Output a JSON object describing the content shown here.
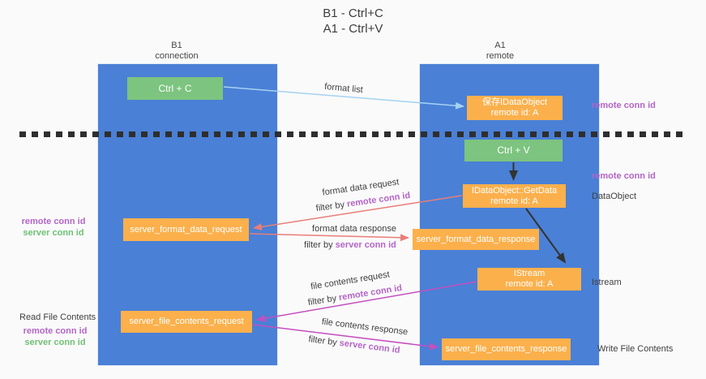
{
  "colors": {
    "bg": "#fafafa",
    "lane_blue": "#4a80d6",
    "box_orange": "#fbb04c",
    "box_green": "#7cc47f",
    "arrow_lightblue": "#a5d2f0",
    "arrow_red": "#e87e79",
    "arrow_magenta": "#c44fc0",
    "arrow_black": "#333333",
    "label_purple": "#b465c8",
    "label_green": "#6fc076"
  },
  "title": {
    "line1": "B1 - Ctrl+C",
    "line2": "A1 - Ctrl+V"
  },
  "lanes": {
    "left": {
      "name": "B1",
      "subtitle": "connection"
    },
    "right": {
      "name": "A1",
      "subtitle": "remote"
    }
  },
  "nodes": {
    "ctrl_c": {
      "label": "Ctrl + C"
    },
    "save_idataobject": {
      "line1": "保存IDataObject",
      "line2": "remote id: A"
    },
    "ctrl_v": {
      "label": "Ctrl + V"
    },
    "getdata": {
      "line1": "IDataObject::GetData",
      "line2": "remote id: A"
    },
    "format_request": {
      "label": "server_format_data_request"
    },
    "format_response": {
      "label": "server_format_data_response"
    },
    "istream": {
      "line1": "IStream",
      "line2": "remote id: A"
    },
    "file_request": {
      "label": "server_file_contents_request"
    },
    "file_response": {
      "label": "server_file_contents_response"
    }
  },
  "edge_labels": {
    "format_list": "format list",
    "format_data_request": "format data request",
    "format_data_request_filter_prefix": "filter by ",
    "format_data_request_filter_value": "remote conn id",
    "format_data_response": "format data response",
    "format_data_response_filter_prefix": "filter by ",
    "format_data_response_filter_value": "server conn id",
    "file_contents_request": "file contents request",
    "file_contents_request_filter_prefix": "filter by ",
    "file_contents_request_filter_value": "remote conn id",
    "file_contents_response": "file contents response",
    "file_contents_response_filter_prefix": "filter by ",
    "file_contents_response_filter_value": "server conn id"
  },
  "side_labels": {
    "right_remote_conn_id_1": "remote conn id",
    "right_remote_conn_id_2": "remote conn id",
    "dataobject": "DataObject",
    "istream": "Istream",
    "write_file_contents": "Write File Contents",
    "left_remote_conn_id_1": "remote conn id",
    "left_server_conn_id_1": "server conn id",
    "read_file_contents": "Read File Contents",
    "left_remote_conn_id_2": "remote conn id",
    "left_server_conn_id_2": "server conn id"
  }
}
